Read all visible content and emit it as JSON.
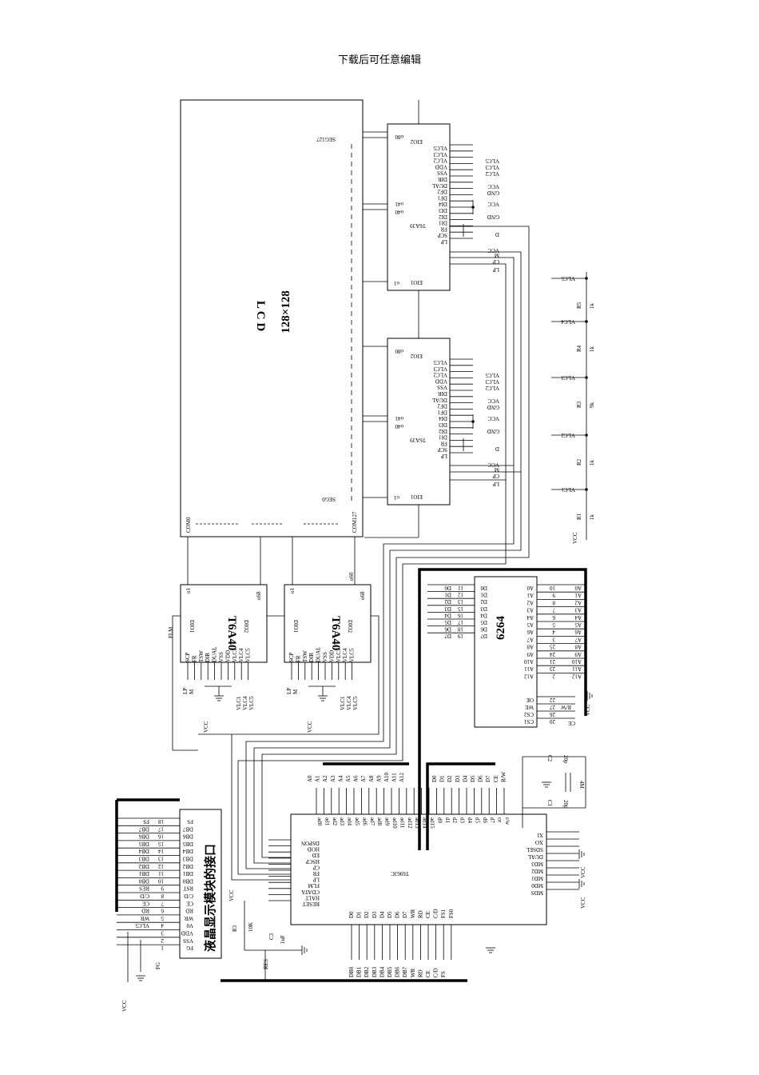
{
  "header": {
    "text": "下载后可任意编辑"
  },
  "lcd": {
    "name": "L  C  D",
    "size": "128×128",
    "seg_top": "SEG127",
    "seg_bottom": "SEG0",
    "com_left": "COM0",
    "com_right": "COM127"
  },
  "col_driver_top": {
    "name": "T6A39",
    "eio_top": "EIO2",
    "eio_bottom": "EIO1",
    "o80": "o80",
    "o41": "o41",
    "o40": "o40",
    "o1": "o1",
    "pins": [
      "VLC5",
      "VLC3",
      "VLC2",
      "VDD",
      "VSS",
      "DIR",
      "DUAL",
      "DF2",
      "DF1",
      "DI4",
      "DI3",
      "DI2",
      "DI1",
      "FR",
      "SCP",
      "LP"
    ],
    "right_labels": [
      "VLC5",
      "VLC3",
      "VLC2",
      "VCC",
      "GND",
      "VCC",
      "GND",
      "D",
      "VCC",
      "M",
      "CP",
      "LP"
    ]
  },
  "col_driver_bottom": {
    "name": "T6A39",
    "eio_top": "EIO2",
    "eio_bottom": "EIO1",
    "o80": "o80",
    "o41": "o41",
    "o40": "o40",
    "o1": "o1",
    "pins": [
      "VLC5",
      "VLC3",
      "VLC2",
      "VDD",
      "VSS",
      "DIR",
      "DUAL",
      "DF2",
      "DF1",
      "DI4",
      "DI3",
      "DI2",
      "DI1",
      "FR",
      "SCP",
      "LP"
    ],
    "right_labels": [
      "VLC5",
      "VLC3",
      "VLC2",
      "VCC",
      "GND",
      "VCC",
      "GND",
      "D",
      "VCC",
      "M",
      "CP",
      "LP"
    ]
  },
  "row_driver_left": {
    "name": "T6A40",
    "dio1": "DIO1",
    "dio2": "DIO2",
    "o1": "o1",
    "o68": "o68",
    "pins": [
      "SCP",
      "FR",
      "TSW",
      "DIR",
      "DUAL",
      "VSS",
      "VDD",
      "VLC1",
      "VLC4",
      "VLC5"
    ],
    "bottom_labels": [
      "LP",
      "M",
      "VCC",
      "VLC1",
      "VLC4",
      "VLC5"
    ],
    "flm": "FLM"
  },
  "row_driver_right": {
    "name": "T6A40",
    "dio1": "DIO1",
    "dio2": "DIO2",
    "o1": "o1",
    "o68": "o68",
    "o60": "o60",
    "pins": [
      "SCP",
      "FR",
      "TSW",
      "DIR",
      "DUAL",
      "VSS",
      "VDD",
      "VLC1",
      "VLC4",
      "VLC5"
    ],
    "bottom_labels": [
      "LP",
      "M",
      "VCC",
      "VLC1",
      "VLC4",
      "VLC5"
    ]
  },
  "ram": {
    "name": "6264",
    "data_pins": [
      "D0",
      "D1",
      "D2",
      "D3",
      "D4",
      "D5",
      "D6",
      "D7"
    ],
    "data_nums": [
      "11",
      "12",
      "13",
      "15",
      "16",
      "17",
      "18",
      "19"
    ],
    "addr_pins": [
      "A0",
      "A1",
      "A2",
      "A3",
      "A4",
      "A5",
      "A6",
      "A7",
      "A8",
      "A9",
      "A10",
      "A11",
      "A12"
    ],
    "addr_nums": [
      "10",
      "9",
      "8",
      "7",
      "6",
      "5",
      "4",
      "3",
      "25",
      "24",
      "21",
      "23",
      "2"
    ],
    "ctrl_pins": [
      "OE",
      "WE",
      "CS2",
      "CS1"
    ],
    "ctrl_nums": [
      "22",
      "27",
      "26",
      "20"
    ],
    "ctrl_labels": [
      "R/W",
      "VCC",
      "CE"
    ]
  },
  "controller": {
    "name": "T6963C",
    "left_pins": [
      "DSPON",
      "HOD",
      "ED",
      "HSCP",
      "CP",
      "FR",
      "LP",
      "FLM",
      "CDATA",
      "HALT",
      "RESET"
    ],
    "left_labels": [
      "VCC"
    ],
    "top_pins": [
      "ad0",
      "ad1",
      "ad2",
      "ad3",
      "ad4",
      "ad5",
      "ad6",
      "ad7",
      "ad8",
      "ad9",
      "ad10",
      "ad11",
      "ad12",
      "ad13",
      "ad14",
      "ad15",
      "d0",
      "d1",
      "d2",
      "d3",
      "d4",
      "d5",
      "d6",
      "d7",
      "ce",
      "r/w"
    ],
    "top_bus": [
      "A0",
      "A1",
      "A2",
      "A3",
      "A4",
      "A5",
      "A6",
      "A7",
      "A8",
      "A9",
      "A10",
      "A11",
      "A12",
      "D0",
      "D1",
      "D2",
      "D3",
      "D4",
      "D5",
      "D6",
      "D7",
      "CE",
      "R/W"
    ],
    "bottom_pins": [
      "D0",
      "D1",
      "D2",
      "D3",
      "D4",
      "D5",
      "D6",
      "D7",
      "WR",
      "RD",
      "CE",
      "C/D",
      "FS1",
      "FS0"
    ],
    "bottom_bus": [
      "DB0",
      "DB1",
      "DB2",
      "DB3",
      "DB4",
      "DB5",
      "DB6",
      "DB7",
      "WR",
      "RD",
      "CE",
      "C/D",
      "FS"
    ],
    "right_pins": [
      "XI",
      "XO",
      "SDSEL",
      "DUAL",
      "MD3",
      "MD2",
      "MD1",
      "MD0",
      "MDS"
    ],
    "right_labels": [
      "VCC",
      "VCC"
    ]
  },
  "crystal": {
    "c2": "C2",
    "c1": "C1",
    "c_val": "20p",
    "freq": "4M"
  },
  "reset": {
    "r": "R3",
    "r_val": "10K",
    "c": "C3",
    "c_val": "1uF",
    "res": "RES"
  },
  "divider": {
    "names": [
      "R5",
      "R4",
      "R3",
      "R2",
      "R1"
    ],
    "values": [
      "1k",
      "1k",
      "9k",
      "1k",
      "1k"
    ],
    "taps": [
      "VLC5",
      "VLC4",
      "VLC3",
      "VLC2",
      "VLC1"
    ],
    "vcc": "VCC"
  },
  "connector": {
    "title": "液晶显示模块的接口",
    "pins": [
      "FS",
      "DB7",
      "DB6",
      "DB5",
      "DB4",
      "DB3",
      "DB2",
      "DB1",
      "DB0",
      "RST",
      "C/D",
      "CE",
      "RD",
      "WR",
      "V0",
      "VDD",
      "VSS",
      "FG"
    ],
    "nums": [
      "18",
      "17",
      "16",
      "15",
      "14",
      "13",
      "12",
      "11",
      "10",
      "9",
      "8",
      "7",
      "6",
      "5",
      "4",
      "3",
      "2",
      "1"
    ],
    "wires": [
      "FS",
      "DB7",
      "DB6",
      "DB5",
      "DB4",
      "DB3",
      "DB2",
      "DB1",
      "DB0",
      "RES",
      "C/D",
      "CE",
      "RD",
      "WR",
      "VLC5"
    ],
    "vcc": "VCC",
    "fg": "FG"
  }
}
